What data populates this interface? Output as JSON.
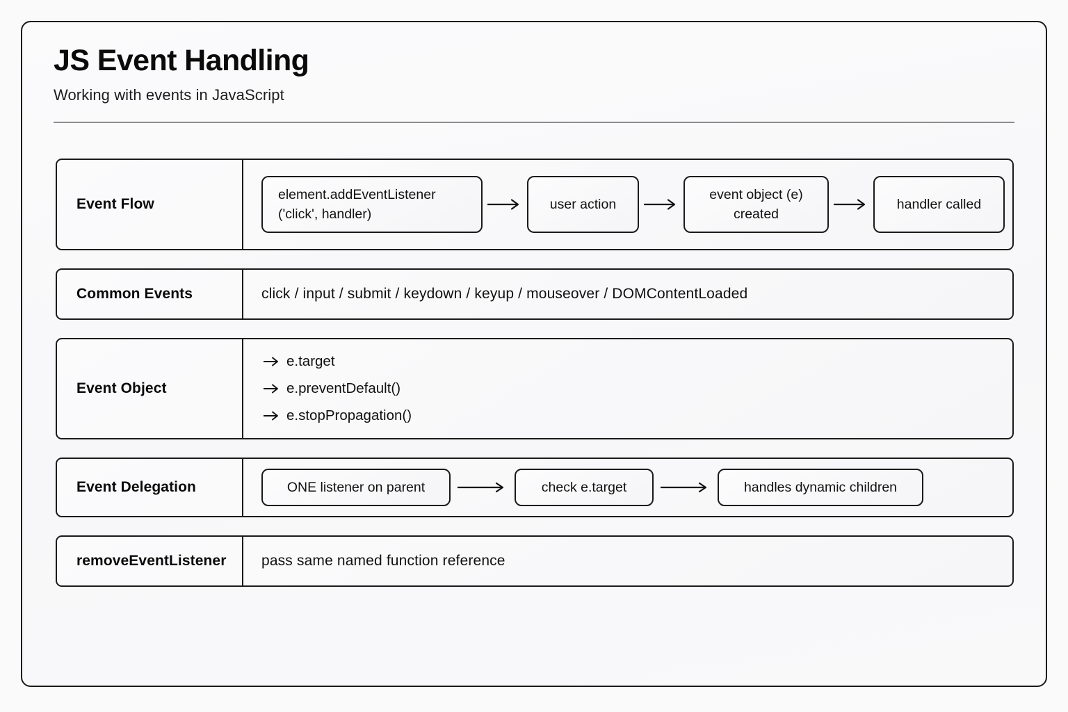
{
  "header": {
    "title": "JS Event Handling",
    "subtitle": "Working with events in JavaScript"
  },
  "rows": {
    "event_flow": {
      "label": "Event Flow",
      "steps": [
        {
          "line1": "element.addEventListener",
          "line2": "('click', handler)"
        },
        {
          "line1": "user action",
          "line2": ""
        },
        {
          "line1": "event object (e)",
          "line2": "created"
        },
        {
          "line1": "handler called",
          "line2": ""
        }
      ]
    },
    "common_events": {
      "label": "Common Events",
      "text": "click / input / submit / keydown / keyup / mouseover / DOMContentLoaded"
    },
    "event_object": {
      "label": "Event Object",
      "items": [
        "e.target",
        "e.preventDefault()",
        "e.stopPropagation()"
      ]
    },
    "event_delegation": {
      "label": "Event Delegation",
      "steps": [
        "ONE listener on parent",
        "check e.target",
        "handles dynamic children"
      ]
    },
    "remove_listener": {
      "label": "removeEventListener",
      "text": "pass same named function reference"
    }
  },
  "colors": {
    "page_background": "#fafafa",
    "card_background": "#f8f8fa",
    "border": "#1a1a1a",
    "rule": "#8c8c90",
    "text": "#111111"
  },
  "icons": {
    "flow_arrow": "arrow-right-icon",
    "bullet_arrow": "arrow-right-icon"
  }
}
